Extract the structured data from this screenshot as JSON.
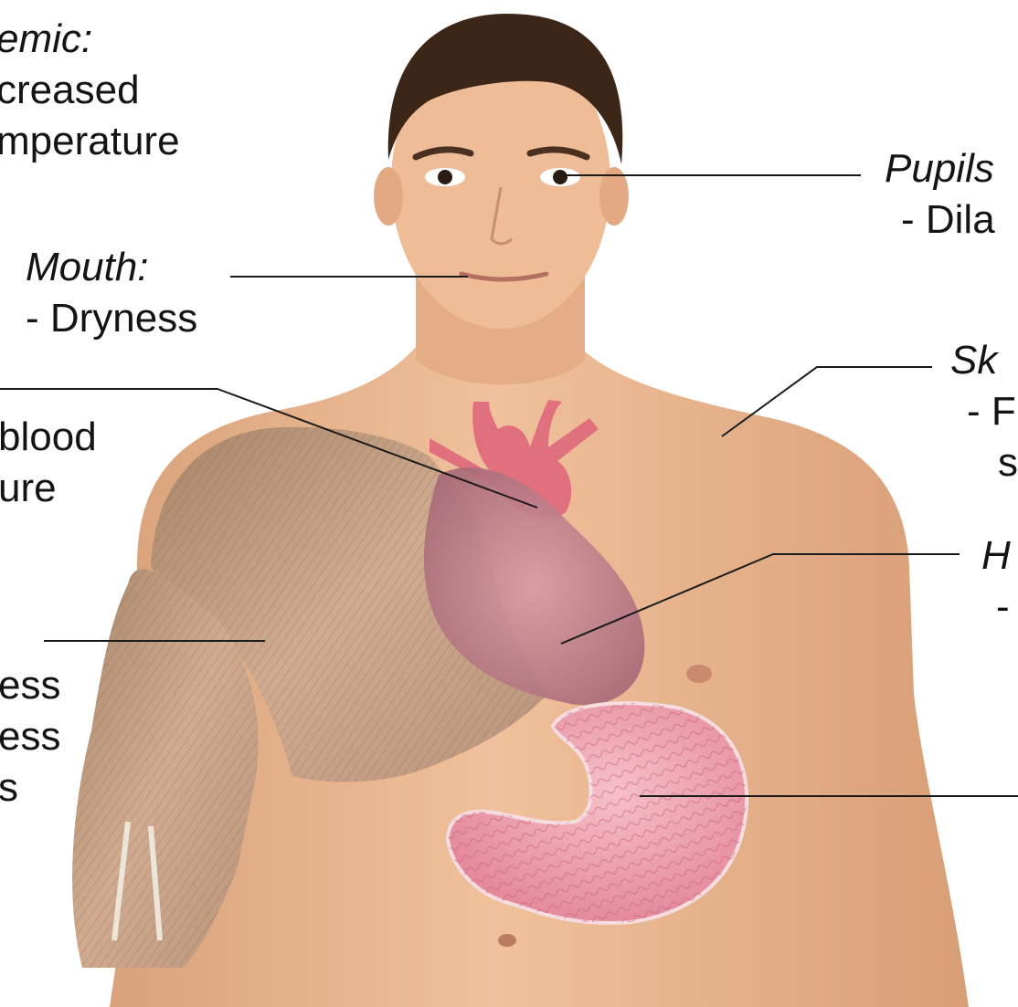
{
  "labels": {
    "systemic": {
      "title": "emic:",
      "line1": "creased",
      "line2": "mperature"
    },
    "pupils": {
      "title": "Pupils",
      "line1": "- Dila"
    },
    "mouth": {
      "title": "Mouth:",
      "line1": "- Dryness"
    },
    "skin": {
      "title": "Sk",
      "line1": "- F",
      "line2": "s"
    },
    "heart": {
      "title": "H",
      "line1": "-"
    },
    "blood": {
      "line1": "blood",
      "line2": "ure"
    },
    "muscles": {
      "line1": "ess",
      "line2": "ess",
      "line3": "s"
    }
  },
  "colors": {
    "background": "#ffffff",
    "skin": "#e8b48c",
    "hair": "#3c2618",
    "muscle": "#c9a083",
    "heart": "#c77b88",
    "aorta": "#e0707e",
    "stomach": "#f0a6b4",
    "leader_line": "#1a1a1a",
    "text": "#141414"
  }
}
